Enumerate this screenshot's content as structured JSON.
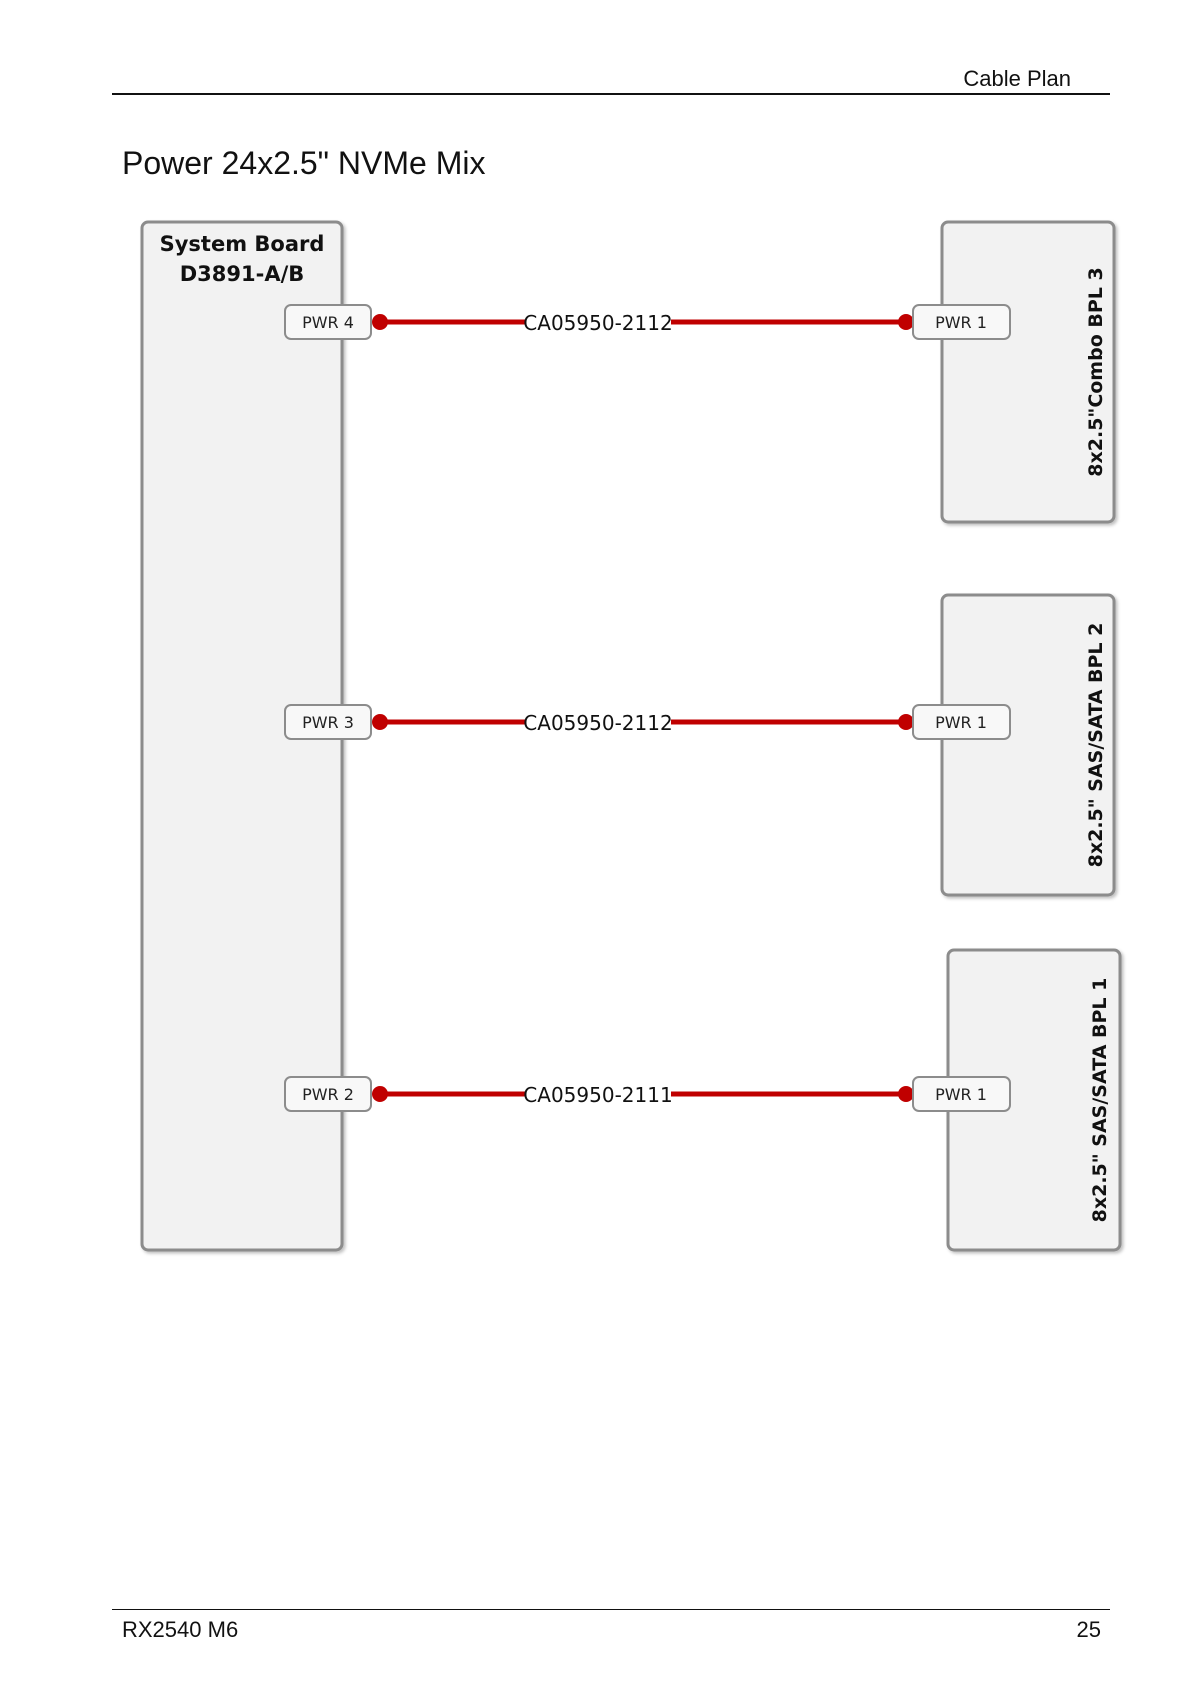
{
  "header": {
    "section": "Cable Plan"
  },
  "title": "Power 24x2.5\" NVMe Mix",
  "footer": {
    "model": "RX2540 M6",
    "page": "25"
  },
  "system_board": {
    "line1": "System Board",
    "line2": "D3891-A/B"
  },
  "connections": [
    {
      "board_port": "PWR 4",
      "cable": "CA05950-2112",
      "bpl_port": "PWR 1",
      "bpl_name": "8x2.5\"Combo BPL 3"
    },
    {
      "board_port": "PWR 3",
      "cable": "CA05950-2112",
      "bpl_port": "PWR 1",
      "bpl_name": "8x2.5\" SAS/SATA BPL 2"
    },
    {
      "board_port": "PWR 2",
      "cable": "CA05950-2111",
      "bpl_port": "PWR 1",
      "bpl_name": "8x2.5\" SAS/SATA BPL 1"
    }
  ],
  "colors": {
    "cable": "#c00000",
    "box_fill": "#f2f2f2",
    "box_stroke": "#8c8c8c"
  }
}
